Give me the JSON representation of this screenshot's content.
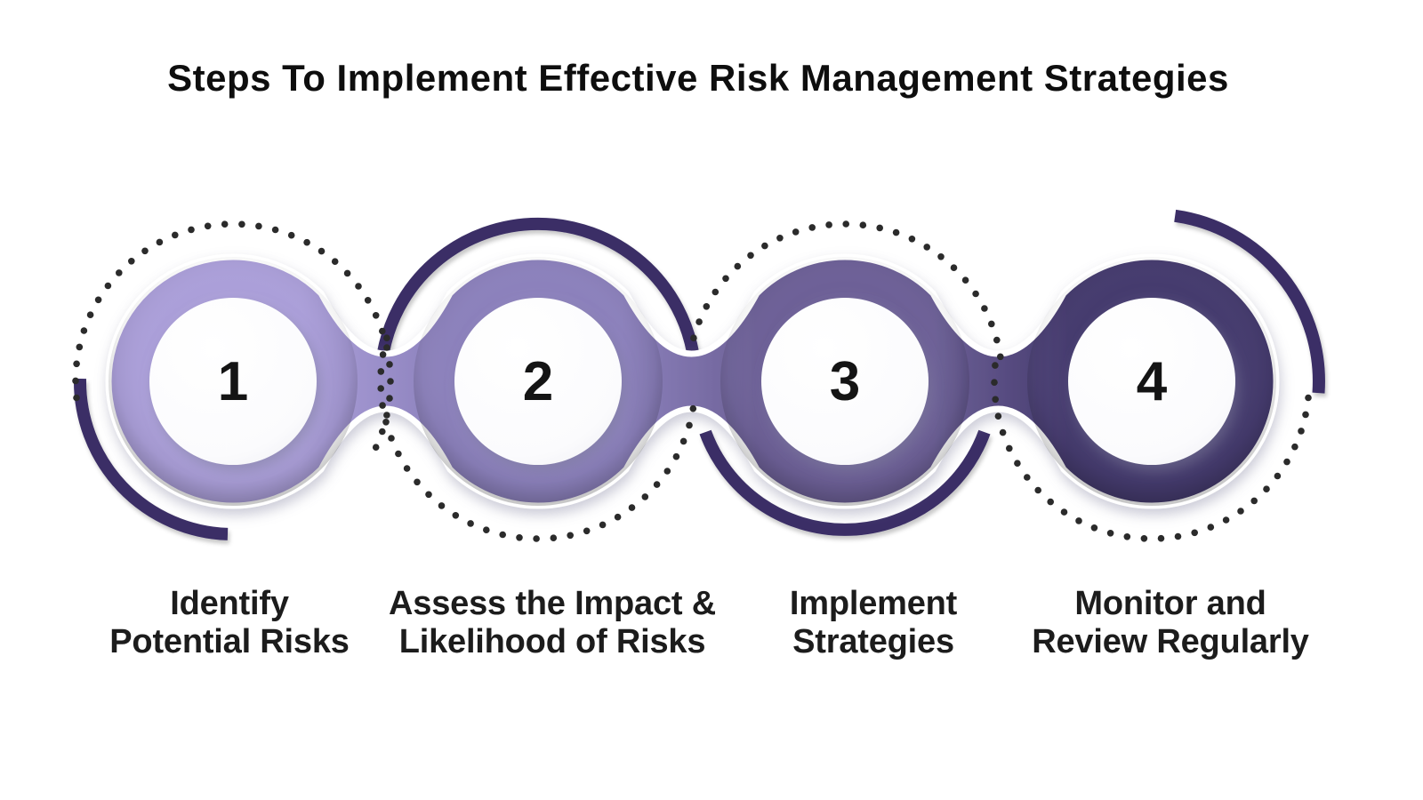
{
  "title": "Steps To Implement Effective Risk Management Strategies",
  "steps": [
    {
      "number": "1",
      "label_line1": "Identify",
      "label_line2": "Potential Risks",
      "fill": "#ab9fd9"
    },
    {
      "number": "2",
      "label_line1": "Assess the Impact &",
      "label_line2": "Likelihood of Risks",
      "fill": "#8c81bc"
    },
    {
      "number": "3",
      "label_line1": "Implement",
      "label_line2": "Strategies",
      "fill": "#6d6197"
    },
    {
      "number": "4",
      "label_line1": "Monitor and",
      "label_line2": "Review Regularly",
      "fill": "#453a6e"
    }
  ],
  "decor": {
    "arc_color": "#3a2f66",
    "dot_color": "#2b2b2b",
    "background": "#ffffff",
    "number_circle_fill": "#ffffff",
    "text_color": "#1c1c1c"
  }
}
